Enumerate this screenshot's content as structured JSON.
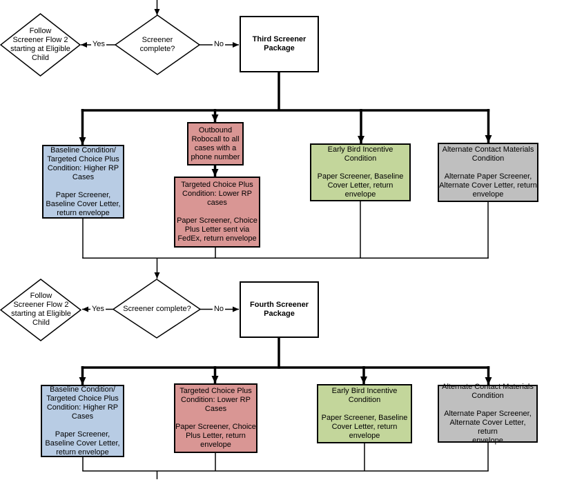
{
  "edge_labels": {
    "yes": "Yes",
    "no": "No"
  },
  "colors": {
    "blue": "#b8cce4",
    "red": "#d99694",
    "green": "#c3d69b",
    "gray": "#bfbfbf",
    "line": "#000000",
    "background": "#ffffff"
  },
  "sections": [
    {
      "fallback": "Follow\nScreener Flow 2\nstarting at Eligible\nChild",
      "decision": "Screener\ncomplete?",
      "package": "Third Screener\nPackage",
      "branches": {
        "baseline": "Baseline Condition/\nTargeted Choice Plus\nCondition: Higher RP\nCases\n\nPaper Screener,\nBaseline Cover Letter,\nreturn envelope",
        "robocall": "Outbound\nRobocall to all\ncases with a\nphone number",
        "targeted": "Targeted Choice Plus\nCondition: Lower RP\ncases\n\nPaper Screener, Choice\nPlus Letter sent via\nFedEx, return envelope",
        "early_bird": "Early Bird Incentive\nCondition\n\nPaper Screener, Baseline\nCover Letter, return envelope",
        "alternate": "Alternate Contact Materials\nCondition\n\nAlternate Paper Screener,\nAlternate Cover Letter, return\nenvelope"
      }
    },
    {
      "fallback": "Follow\nScreener Flow 2\nstarting at Eligible\nChild",
      "decision": "Screener complete?",
      "package": "Fourth Screener\nPackage",
      "branches": {
        "baseline": "Baseline Condition/\nTargeted Choice Plus\nCondition: Higher RP\nCases\n\nPaper Screener,\nBaseline Cover Letter,\nreturn envelope",
        "targeted": "Targeted Choice Plus\nCondition: Lower RP\nCases\n\nPaper Screener, Choice\nPlus Letter, return\nenvelope",
        "early_bird": "Early Bird Incentive\nCondition\n\nPaper Screener, Baseline\nCover Letter, return\nenvelope",
        "alternate": "Alternate Contact Materials\nCondition\n\nAlternate Paper Screener,\nAlternate Cover Letter, return\nenvelope"
      }
    }
  ]
}
